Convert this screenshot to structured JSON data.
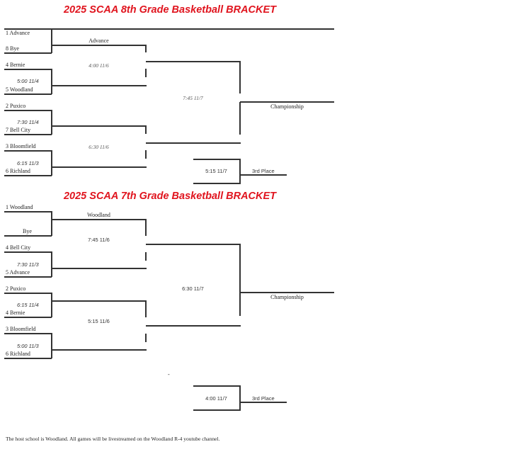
{
  "grade8": {
    "title": "2025 SCAA 8th Grade Basketball BRACKET",
    "round1": [
      {
        "top": "1 Advance",
        "bottom": "8 Bye",
        "time": ""
      },
      {
        "top": "4 Bernie",
        "bottom": "5 Woodland",
        "time": "5:00 11/4"
      },
      {
        "top": "2 Puxico",
        "bottom": "7 Bell City",
        "time": "7:30 11/4"
      },
      {
        "top": "3 Bloomfield",
        "bottom": "6 Richland",
        "time": "6:15 11/3"
      }
    ],
    "round2": [
      {
        "winner_label": "Advance",
        "time": "4:00 11/6"
      },
      {
        "winner_label": "",
        "time": "6:30 11/6"
      }
    ],
    "semis_time": "7:45 11/7",
    "championship_label": "Championship",
    "third_place": {
      "time": "5:15 11/7",
      "label": "3rd Place"
    }
  },
  "grade7": {
    "title": "2025 SCAA 7th Grade Basketball BRACKET",
    "round1": [
      {
        "top": "1 Woodland",
        "bottom": "Bye",
        "time": ""
      },
      {
        "top": "4 Bell City",
        "bottom": "5 Advance",
        "time": "7:30 11/3"
      },
      {
        "top": "2 Puxico",
        "bottom": "4 Bernie",
        "time": "6:15 11/4"
      },
      {
        "top": "3 Bloomfield",
        "bottom": "6 Richland",
        "time": "5:00 11/3"
      }
    ],
    "round2": [
      {
        "winner_label": "Woodland",
        "time": "7:45 11/6"
      },
      {
        "winner_label": "",
        "time": "5:15 11/6"
      }
    ],
    "semis_time": "6:30 11/7",
    "championship_label": "Championship",
    "dash": "-",
    "third_place": {
      "time": "4:00 11/7",
      "label": "3rd Place"
    }
  },
  "footer": "The host school is Woodland. All games will be livestreamed on the Woodland R-4 youtube channel."
}
